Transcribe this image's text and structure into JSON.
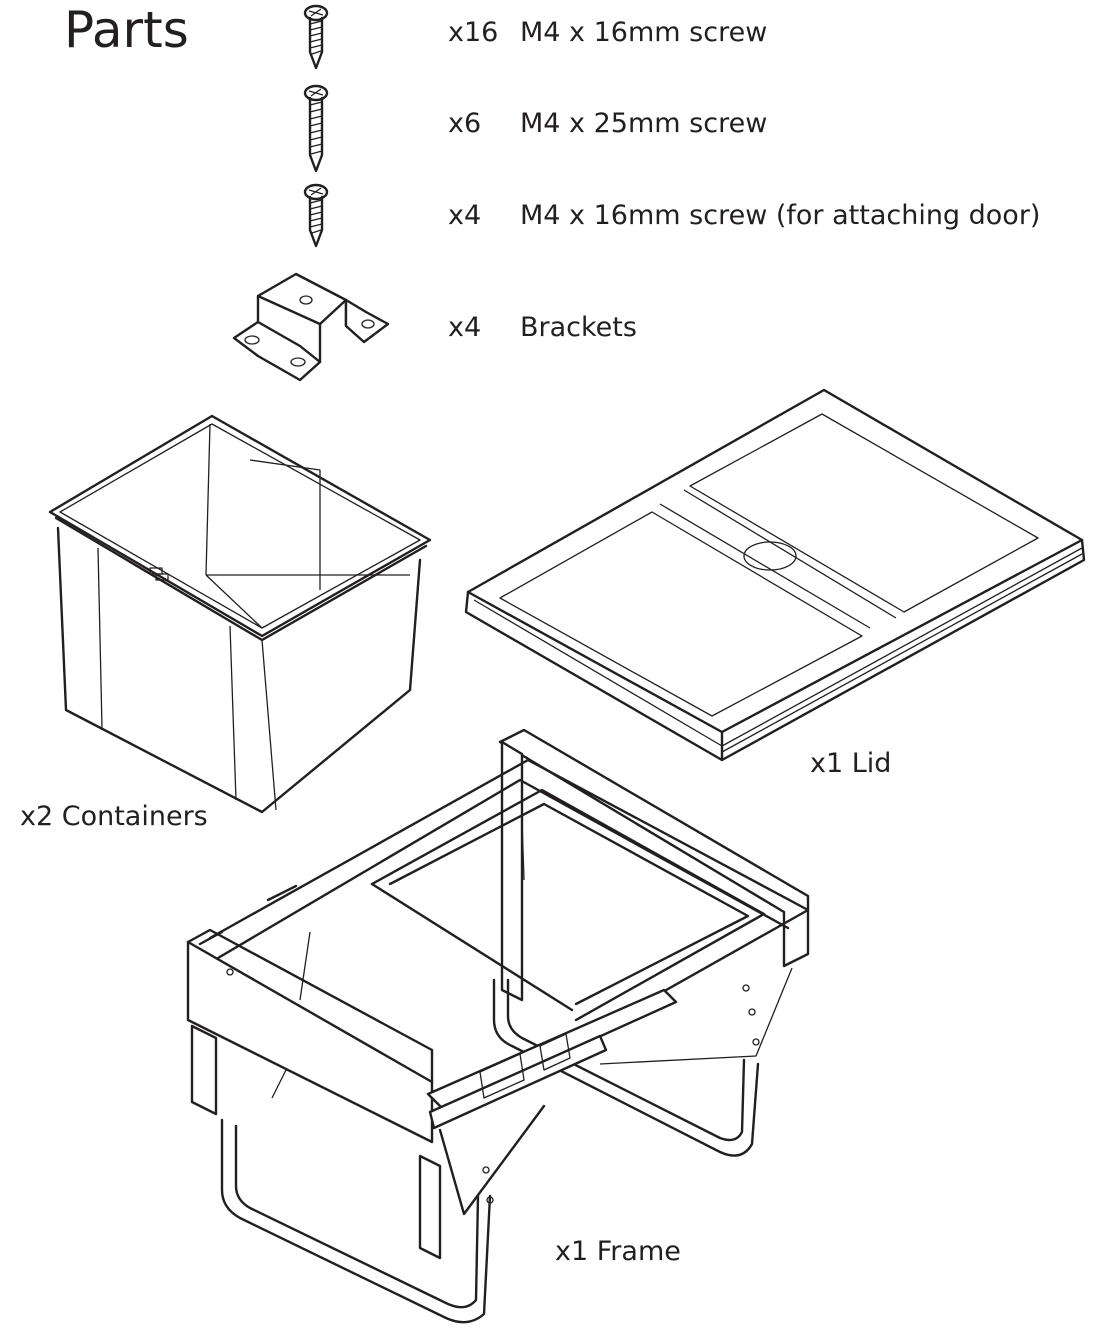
{
  "title": "Parts",
  "parts": [
    {
      "qty": "x16",
      "desc": "M4 x 16mm screw",
      "icon": "screw-16mm-icon"
    },
    {
      "qty": "x6",
      "desc": "M4 x 25mm screw",
      "icon": "screw-25mm-icon"
    },
    {
      "qty": "x4",
      "desc": "M4 x 16mm screw (for attaching door)",
      "icon": "screw-16mm-door-icon"
    },
    {
      "qty": "x4",
      "desc": "Brackets",
      "icon": "bracket-icon"
    }
  ],
  "components": {
    "containers": "x2  Containers",
    "lid": "x1  Lid",
    "frame": "x1  Frame"
  }
}
